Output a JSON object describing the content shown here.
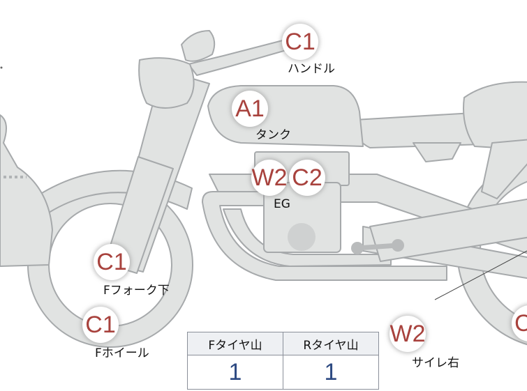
{
  "parts": {
    "handle": {
      "grade": "C1",
      "name": "ハンドル"
    },
    "tank": {
      "grade": "A1",
      "name": "タンク"
    },
    "engine": {
      "grade1": "W2",
      "grade2": "C2",
      "name": "EG"
    },
    "front_fork": {
      "grade": "C1",
      "name": "Fフォーク下"
    },
    "front_wheel": {
      "grade": "C1",
      "name": "Fホイール"
    },
    "muffler_right": {
      "grade": "W2",
      "name": "サイレ右"
    },
    "rear_partial": {
      "grade": "C"
    }
  },
  "tire_table": {
    "headers": [
      "Fタイヤ山",
      "Rタイヤ山"
    ],
    "values": [
      "1",
      "1"
    ]
  },
  "colors": {
    "bike_fill": "#e1e3e2",
    "bike_stroke": "#a6a9ab",
    "grade_text": "#a8423d",
    "tire_value": "#2d4a82"
  }
}
